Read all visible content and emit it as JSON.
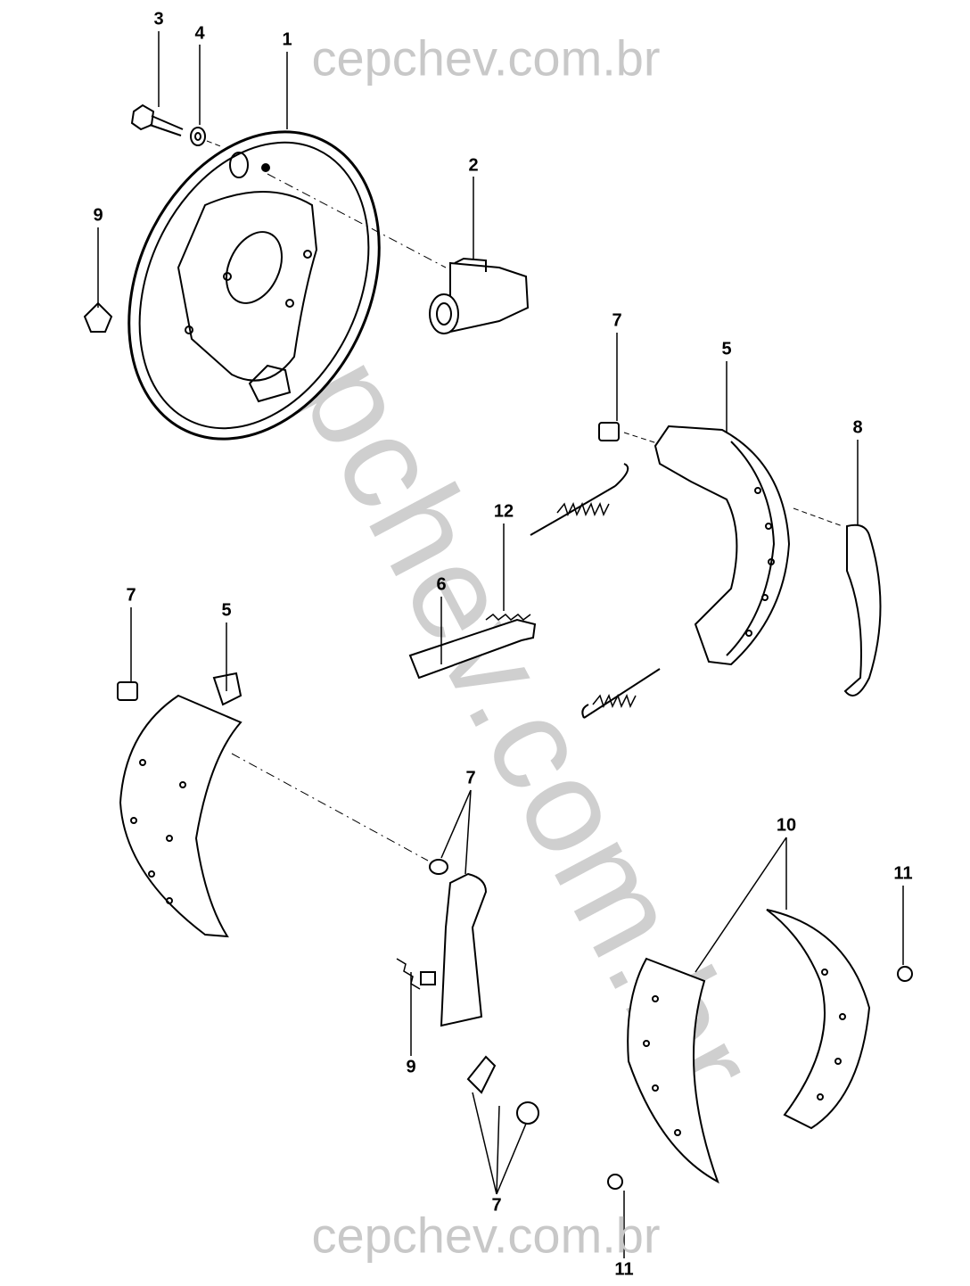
{
  "watermark": {
    "top": "cepchev.com.br",
    "bottom": "cepchev.com.br",
    "diagonal": "cepchev.com.br"
  },
  "callouts": [
    "3",
    "4",
    "1",
    "2",
    "9",
    "7",
    "5",
    "8",
    "12",
    "6",
    "7",
    "5",
    "7",
    "10",
    "11",
    "9",
    "7",
    "11"
  ]
}
